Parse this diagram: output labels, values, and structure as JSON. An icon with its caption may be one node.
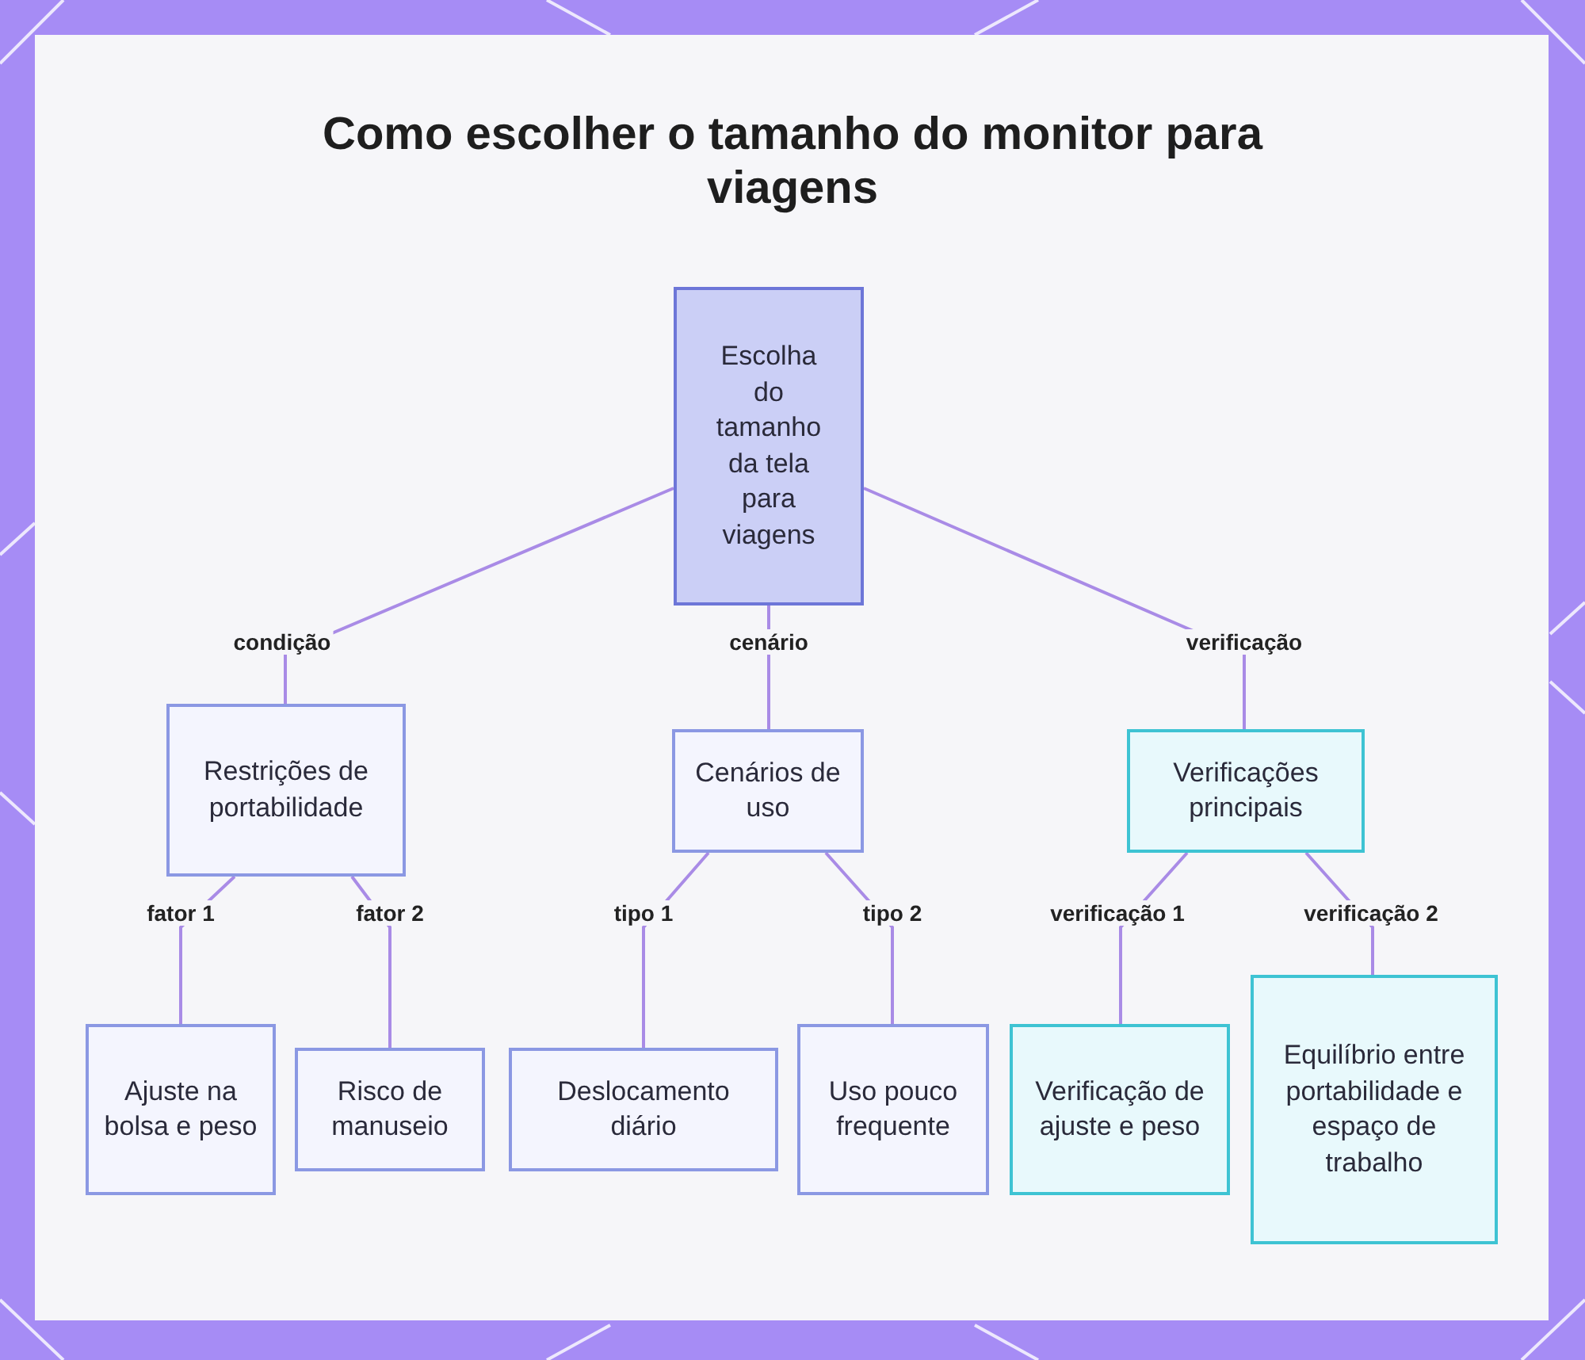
{
  "diagram": {
    "title": "Como escolher o tamanho do monitor para viagens",
    "nodes": [
      {
        "text": [
          "Escolha do tamanho da tela para viagens"
        ]
      },
      {
        "text": [
          "Restrições de portabilidade"
        ]
      },
      {
        "text": [
          "Cenários de uso"
        ]
      },
      {
        "text": [
          "Verificações principais"
        ]
      },
      {
        "text": [
          "Ajuste na bolsa e peso"
        ]
      },
      {
        "text": [
          "Risco de manuseio"
        ]
      },
      {
        "text": [
          "Deslocamento diário"
        ]
      },
      {
        "text": [
          "Uso pouco frequente"
        ]
      },
      {
        "text": [
          "Verificação de ajuste e peso"
        ]
      },
      {
        "text": [
          "Equilíbrio entre portabilidade e espaço de trabalho"
        ]
      }
    ],
    "edges": [
      {
        "from": 0,
        "to": 1,
        "arrow": "none",
        "label": "condição"
      },
      {
        "from": 0,
        "to": 2,
        "arrow": "none",
        "label": "cenário"
      },
      {
        "from": 0,
        "to": 3,
        "arrow": "none",
        "label": "verificação"
      },
      {
        "from": 1,
        "to": 4,
        "arrow": "none",
        "label": "fator 1"
      },
      {
        "from": 1,
        "to": 5,
        "arrow": "none",
        "label": "fator 2"
      },
      {
        "from": 2,
        "to": 6,
        "arrow": "none",
        "label": "tipo 1"
      },
      {
        "from": 2,
        "to": 7,
        "arrow": "none",
        "label": "tipo 2"
      },
      {
        "from": 3,
        "to": 8,
        "arrow": "none",
        "label": "verificação 1"
      },
      {
        "from": 3,
        "to": 9,
        "arrow": "none",
        "label": "verificação 2"
      }
    ]
  }
}
